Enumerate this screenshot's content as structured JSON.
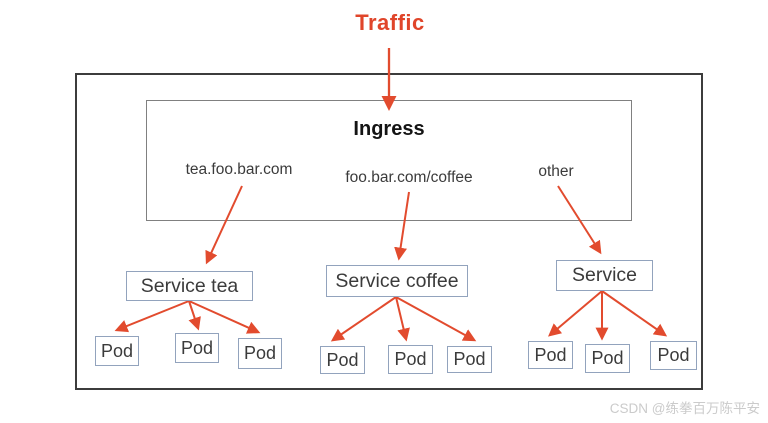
{
  "title": {
    "label": "Traffic"
  },
  "ingress": {
    "label": "Ingress",
    "rules": [
      {
        "label": "tea.foo.bar.com"
      },
      {
        "label": "foo.bar.com/coffee"
      },
      {
        "label": "other"
      }
    ]
  },
  "services": [
    {
      "label": "Service tea",
      "pods": [
        "Pod",
        "Pod",
        "Pod"
      ]
    },
    {
      "label": "Service coffee",
      "pods": [
        "Pod",
        "Pod",
        "Pod"
      ]
    },
    {
      "label": "Service",
      "pods": [
        "Pod",
        "Pod",
        "Pod"
      ]
    }
  ],
  "watermark": {
    "label": "CSDN @练拳百万陈平安"
  },
  "colors": {
    "traffic_text": "#e0452a",
    "arrow": "#e24b2e",
    "outer_border": "#3c3c3c",
    "ingress_border": "#808080",
    "node_border": "#92a3bd",
    "text": "#3b3b3b",
    "watermark": "#cbcbcb"
  }
}
